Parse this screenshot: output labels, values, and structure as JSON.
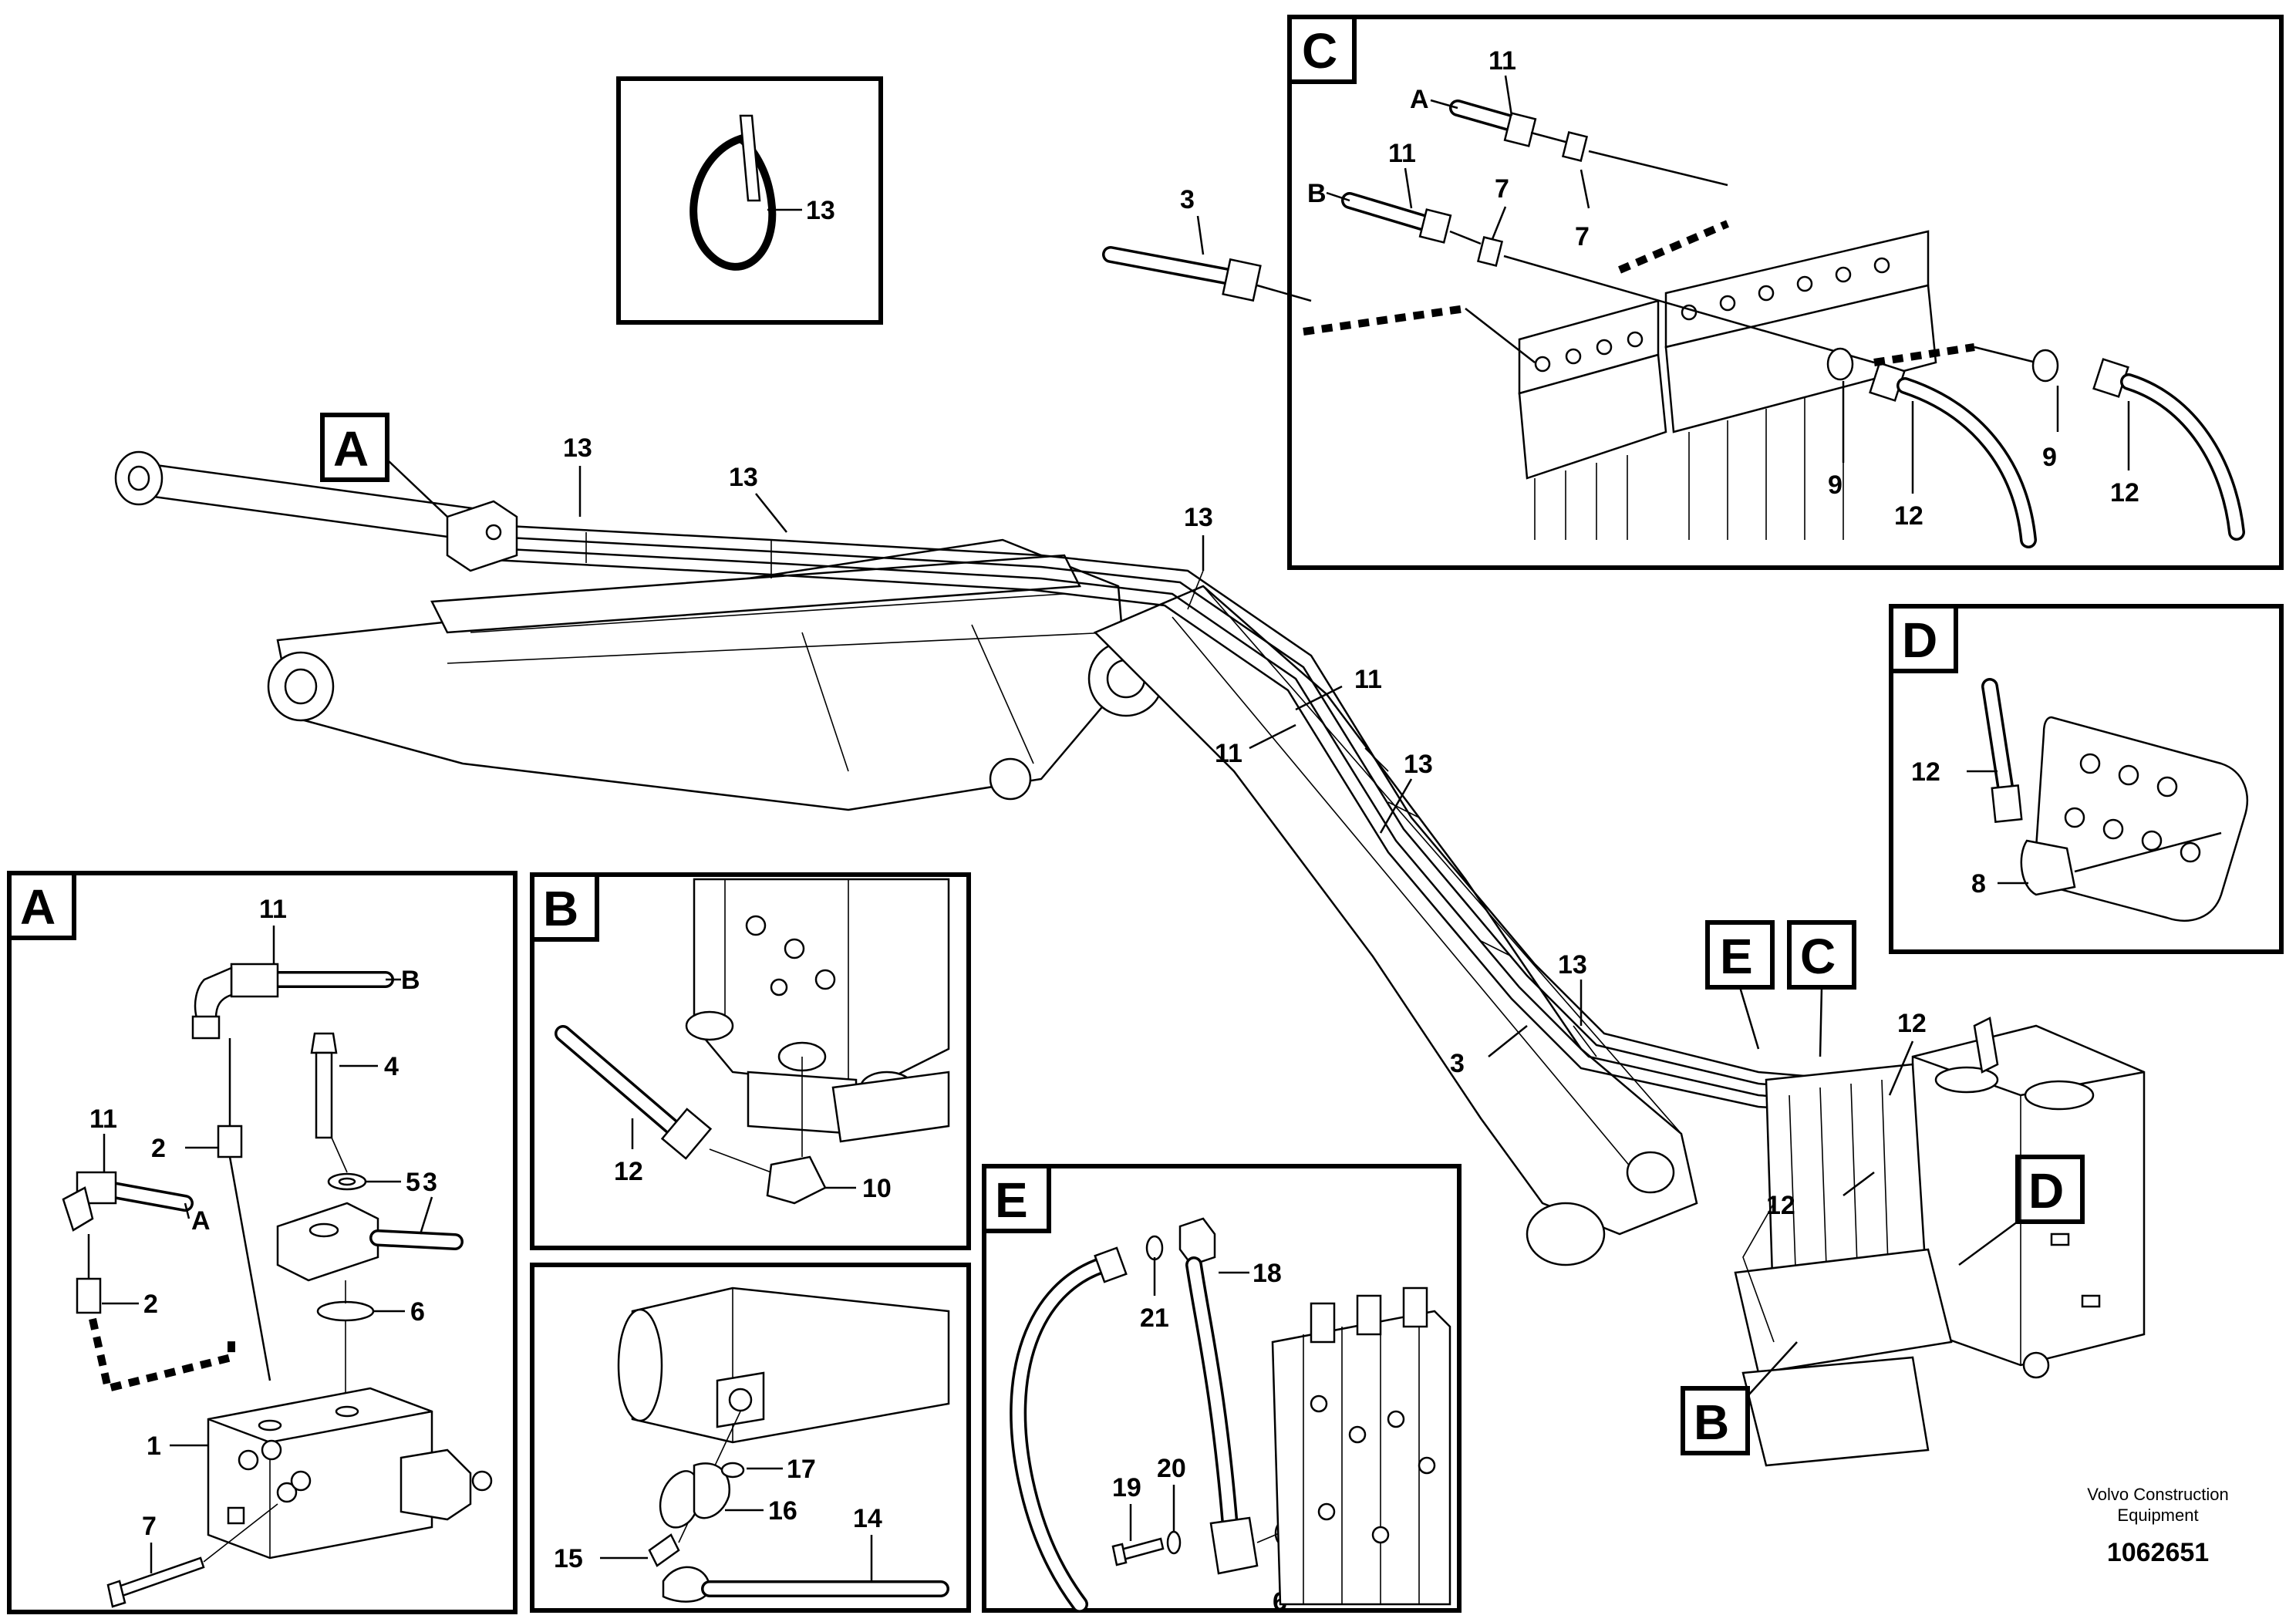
{
  "inset_letters": {
    "A": "A",
    "B": "B",
    "C": "C",
    "D": "D",
    "E": "E"
  },
  "callouts": {
    "n1": "1",
    "n2": "2",
    "n3": "3",
    "n4": "4",
    "n5": "5",
    "n6": "6",
    "n7": "7",
    "n8": "8",
    "n9": "9",
    "n10": "10",
    "n11": "11",
    "n12": "12",
    "n13": "13",
    "n14": "14",
    "n15": "15",
    "n16": "16",
    "n17": "17",
    "n18": "18",
    "n19": "19",
    "n20": "20",
    "n21": "21"
  },
  "hose_ends": {
    "A": "A",
    "B": "B"
  },
  "footer": {
    "brand_line1": "Volvo Construction",
    "brand_line2": "Equipment",
    "doc_number": "1062651"
  }
}
